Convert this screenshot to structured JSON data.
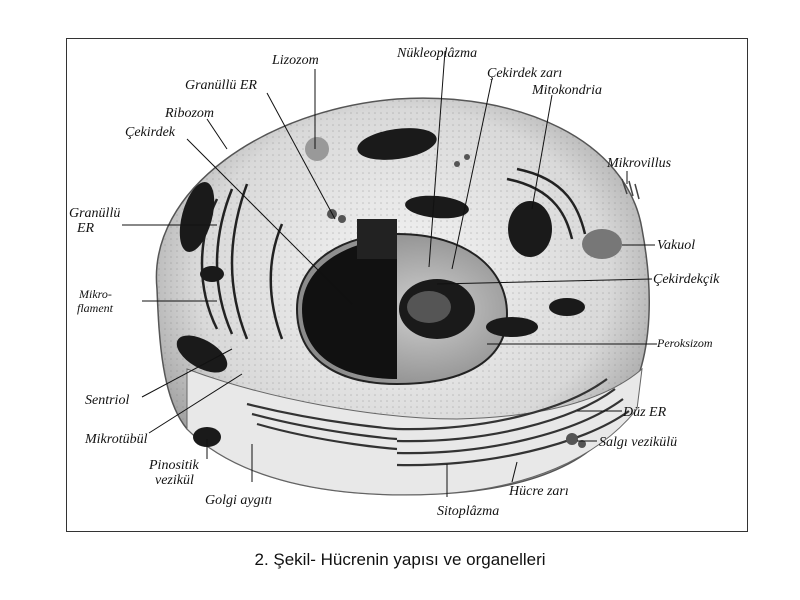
{
  "labels": {
    "lizozom": "Lizozom",
    "nukleoplazma": "Nükleoplâzma",
    "granullu_er_top": "Granüllü ER",
    "cekirdek_zari": "Çekirdek zarı",
    "mitokondria": "Mitokondria",
    "ribozom": "Ribozom",
    "cekirdek": "Çekirdek",
    "mikrovillus": "Mikrovillus",
    "granullu_er_left_1": "Granüllü",
    "granullu_er_left_2": "ER",
    "vakuol": "Vakuol",
    "cekirdekcik": "Çekirdekçik",
    "mikroflament_1": "Mikro-",
    "mikroflament_2": "flament",
    "peroksizom": "Peroksizom",
    "sentriol": "Sentriol",
    "duz_er": "Düz ER",
    "mikrotubul": "Mikrotübül",
    "salgi_vezikulu": "Salgı vezikülü",
    "pinositik_1": "Pinositik",
    "pinositik_2": "vezikül",
    "hucre_zari": "Hücre zarı",
    "golgi": "Golgi aygıtı",
    "sitoplazma": "Sitoplâzma"
  },
  "caption": "2. Şekil-  Hücrenin yapısı ve organelleri"
}
